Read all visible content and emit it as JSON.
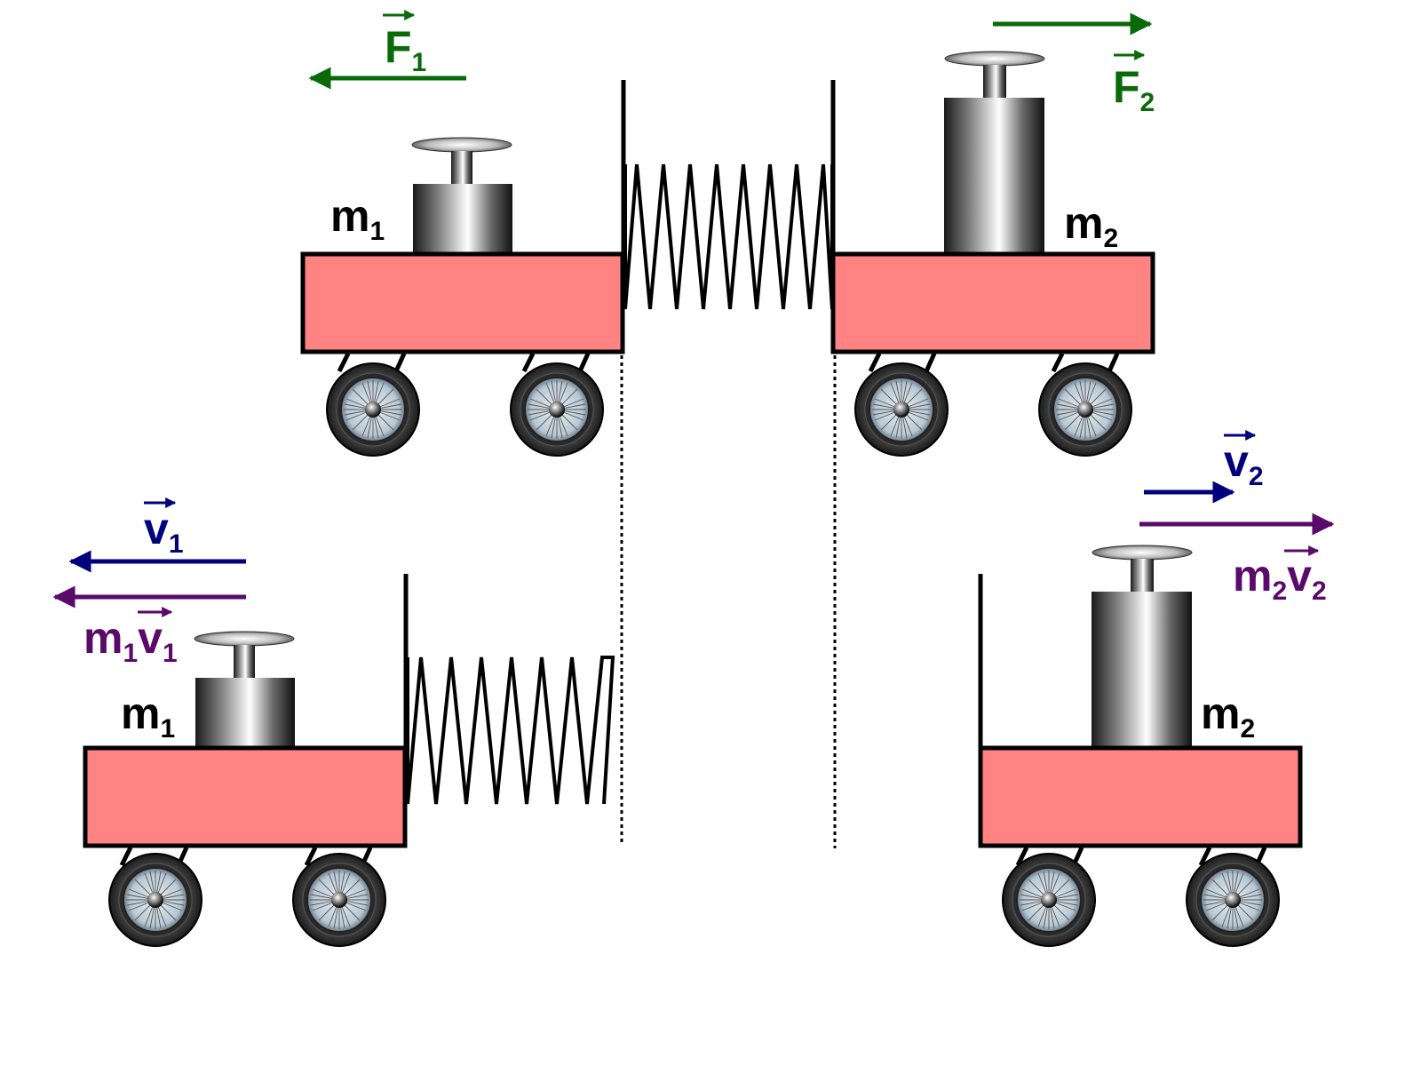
{
  "colors": {
    "cart_body": "#ff8383",
    "outline": "#000000",
    "force": "#0a6a0a",
    "velocity": "#00007d",
    "momentum": "#5a0a6a",
    "text": "#000000"
  },
  "labels": {
    "m_main": "m",
    "sub_1": "1",
    "sub_2": "2",
    "F_main": "F",
    "v_main": "v"
  },
  "icons": {
    "wheel": "spoked-wheel-icon",
    "weight": "cylinder-weight-icon",
    "spring": "coil-spring-icon"
  }
}
